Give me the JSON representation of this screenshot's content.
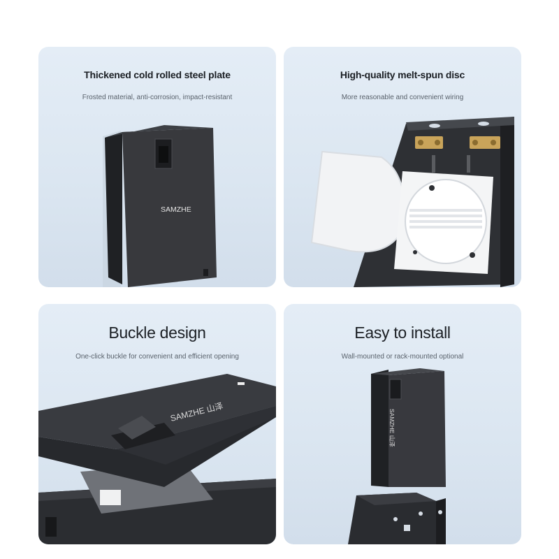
{
  "panels": [
    {
      "title": "Thickened cold rolled steel plate",
      "subtitle": "Frosted material, anti-corrosion, impact-resistant",
      "brand": "SAMZHE"
    },
    {
      "title": "High-quality melt-spun disc",
      "subtitle": "More reasonable and convenient wiring"
    },
    {
      "title": "Buckle design",
      "subtitle": "One-click buckle for convenient and efficient opening",
      "brand": "SAMZHE 山泽"
    },
    {
      "title": "Easy to install",
      "subtitle": "Wall-mounted or rack-mounted optional",
      "brand": "SAMZHE 山泽"
    }
  ],
  "colors": {
    "card_background": "#dbe6f1",
    "device_body": "#2b2d31",
    "device_face": "#3a3c40",
    "splice_tray": "#f4f5f6",
    "brass": "#c9a45a",
    "title_text": "#1b1f24",
    "subtitle_text": "#59616b"
  }
}
